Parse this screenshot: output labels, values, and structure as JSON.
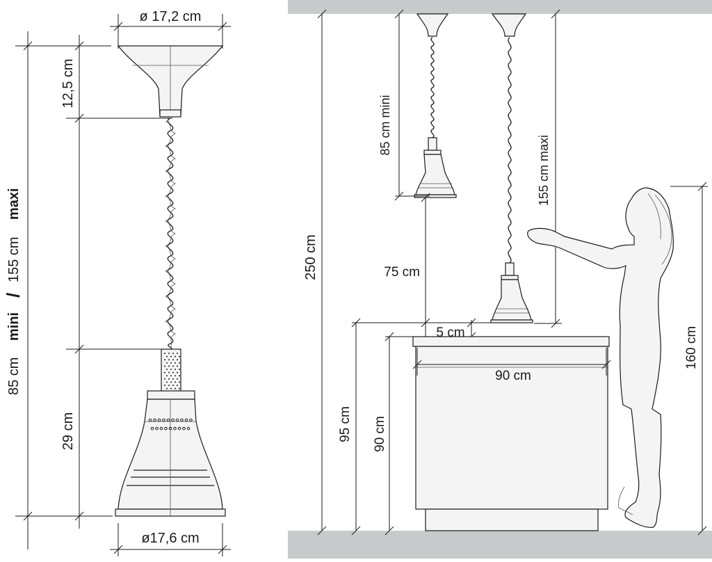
{
  "left_view": {
    "top_diameter": "ø 17,2 cm",
    "bottom_diameter": "ø17,6 cm",
    "canopy_height": "12,5 cm",
    "shade_height": "29 cm",
    "cord_length": {
      "mini_value": "85 cm",
      "mini_word": "mini",
      "separator": "/",
      "maxi_value": "155 cm",
      "maxi_word": "maxi"
    }
  },
  "right_view": {
    "ceiling_height": "250 cm",
    "mini_drop": "85 cm mini",
    "maxi_drop": "155 cm maxi",
    "lamp_to_counter": "75 cm",
    "counter_overhang": "5 cm",
    "counter_width": "90 cm",
    "counter_top_height": "95 cm",
    "counter_body_height": "90 cm",
    "person_height": "160 cm"
  },
  "colors": {
    "line": "#1a1a1a",
    "ceiling_floor": "#c8cbcc",
    "fill": "#f4f4f4"
  }
}
